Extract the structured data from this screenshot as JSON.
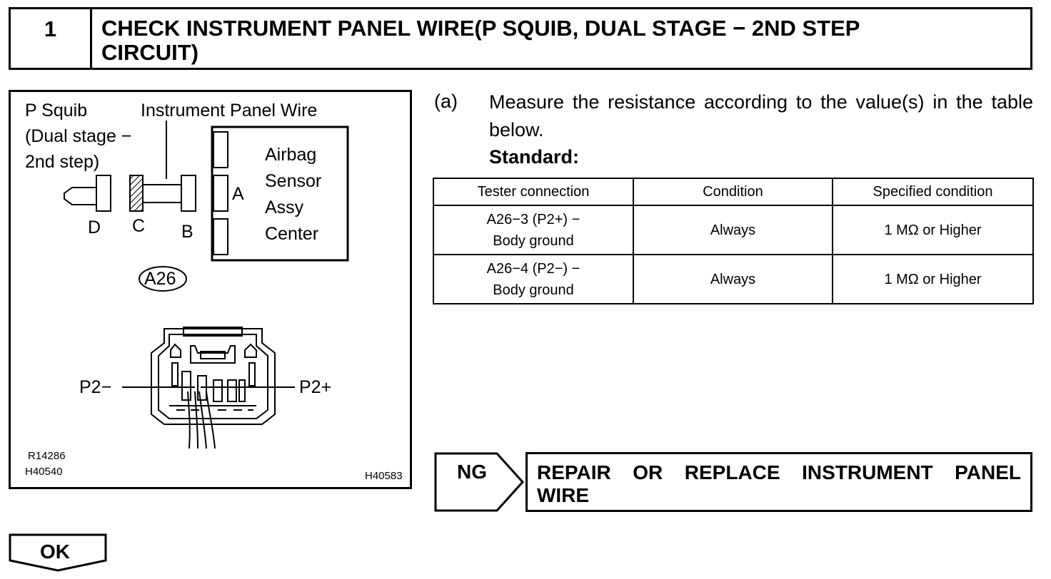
{
  "header": {
    "step_number": "1",
    "title_line1": "CHECK INSTRUMENT PANEL WIRE(P SQUIB, DUAL STAGE − 2ND STEP",
    "title_line2": "CIRCUIT)"
  },
  "figure": {
    "p_squib_line1": "P Squib",
    "p_squib_line2": "(Dual stage −",
    "p_squib_line3": "2nd step)",
    "instrument_panel_wire": "Instrument Panel Wire",
    "airbag_line1": "Airbag",
    "airbag_line2": "Sensor",
    "airbag_line3": "Assy",
    "airbag_line4": "Center",
    "connector_a": "A",
    "connector_b": "B",
    "connector_c": "C",
    "connector_d": "D",
    "connector_id": "A26",
    "pin_p2_minus": "P2−",
    "pin_p2_plus": "P2+",
    "ref_code_1": "R14286",
    "ref_code_2": "H40540",
    "ref_code_3": "H40583"
  },
  "instruction": {
    "marker": "(a)",
    "text": "Measure the resistance according to the value(s) in the table below.",
    "standard_label": "Standard:"
  },
  "spec_table": {
    "headers": [
      "Tester connection",
      "Condition",
      "Specified condition"
    ],
    "rows": [
      {
        "connection_line1": "A26−3 (P2+) −",
        "connection_line2": "Body ground",
        "condition": "Always",
        "specified": "1 MΩ or Higher"
      },
      {
        "connection_line1": "A26−4 (P2−) −",
        "connection_line2": "Body ground",
        "condition": "Always",
        "specified": "1 MΩ or Higher"
      }
    ]
  },
  "ng_result": {
    "label": "NG",
    "action": "REPAIR OR REPLACE INSTRUMENT PANEL WIRE"
  },
  "ok_result": {
    "label": "OK"
  }
}
